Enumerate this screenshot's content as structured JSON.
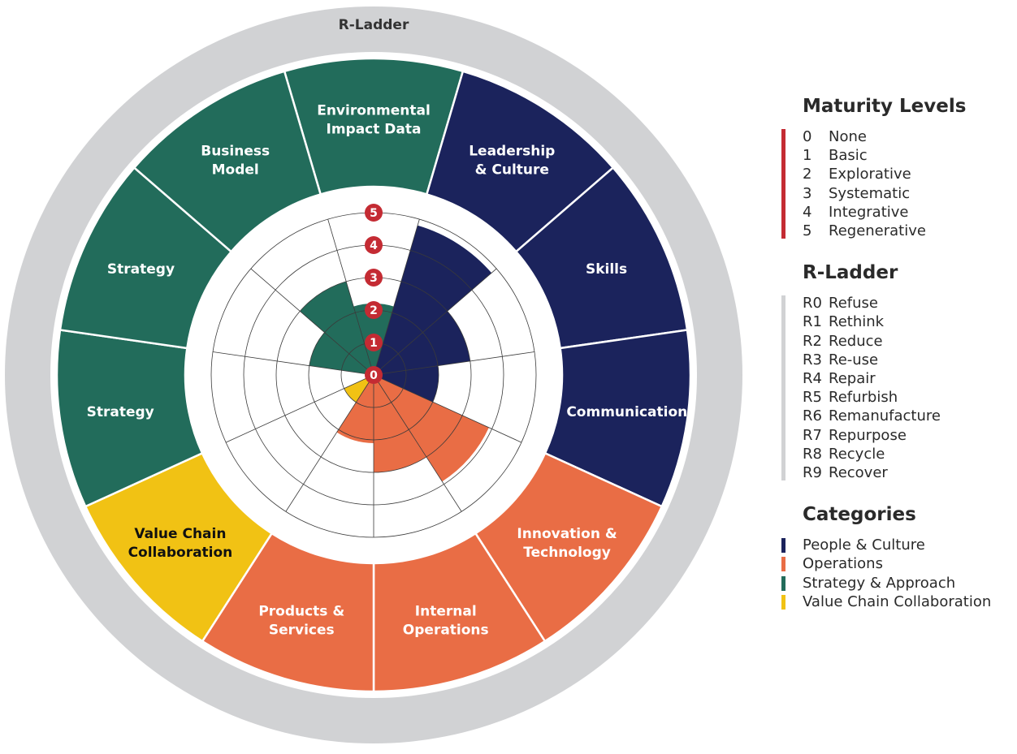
{
  "ring_title": "R-Ladder",
  "center_label": "0",
  "level_numbers": [
    "1",
    "2",
    "3",
    "4",
    "5"
  ],
  "sectors": [
    {
      "label": [
        "Environmental",
        "Impact Data"
      ],
      "category": "Strategy & Approach",
      "level": 2.2
    },
    {
      "label": [
        "Leadership",
        "& Culture"
      ],
      "category": "People & Culture",
      "level": 4.8
    },
    {
      "label": [
        "Skills"
      ],
      "category": "People & Culture",
      "level": 3.0
    },
    {
      "label": [
        "Communication"
      ],
      "category": "People & Culture",
      "level": 2.0
    },
    {
      "label": [
        "Innovation &",
        "Technology"
      ],
      "category": "Operations",
      "level": 3.9
    },
    {
      "label": [
        "Internal",
        "Operations"
      ],
      "category": "Operations",
      "level": 3.0
    },
    {
      "label": [
        "Products &",
        "Services"
      ],
      "category": "Operations",
      "level": 2.1
    },
    {
      "label": [
        "Value Chain",
        "Collaboration"
      ],
      "category": "Value Chain Collaboration",
      "level": 1.0
    },
    {
      "label": [
        "Strategy"
      ],
      "category": "Strategy & Approach",
      "level": 0.0
    },
    {
      "label": [
        "Strategy"
      ],
      "category": "Strategy & Approach",
      "level": 2.0
    },
    {
      "label": [
        "Business",
        "Model"
      ],
      "category": "Strategy & Approach",
      "level": 3.0
    }
  ],
  "colors": {
    "People & Culture": "#1b235c",
    "Operations": "#e96d45",
    "Strategy & Approach": "#226c5b",
    "Value Chain Collaboration": "#f1c214",
    "ring": "#d1d2d4",
    "maturity_bar": "#c42b33",
    "rladder_bar": "#d1d2d4",
    "level_badge": "#c42b33"
  },
  "legend": {
    "maturity_title": "Maturity Levels",
    "maturity_levels": [
      {
        "num": "0",
        "name": "None"
      },
      {
        "num": "1",
        "name": "Basic"
      },
      {
        "num": "2",
        "name": "Explorative"
      },
      {
        "num": "3",
        "name": "Systematic"
      },
      {
        "num": "4",
        "name": "Integrative"
      },
      {
        "num": "5",
        "name": "Regenerative"
      }
    ],
    "rladder_title": "R-Ladder",
    "rladder_items": [
      {
        "code": "R0",
        "name": "Refuse"
      },
      {
        "code": "R1",
        "name": "Rethink"
      },
      {
        "code": "R2",
        "name": "Reduce"
      },
      {
        "code": "R3",
        "name": "Re-use"
      },
      {
        "code": "R4",
        "name": "Repair"
      },
      {
        "code": "R5",
        "name": "Refurbish"
      },
      {
        "code": "R6",
        "name": "Remanufacture"
      },
      {
        "code": "R7",
        "name": "Repurpose"
      },
      {
        "code": "R8",
        "name": "Recycle"
      },
      {
        "code": "R9",
        "name": "Recover"
      }
    ],
    "categories_title": "Categories",
    "categories": [
      {
        "name": "People & Culture",
        "color": "#1b235c"
      },
      {
        "name": "Operations",
        "color": "#e96d45"
      },
      {
        "name": "Strategy & Approach",
        "color": "#226c5b"
      },
      {
        "name": "Value Chain Collaboration",
        "color": "#f1c214"
      }
    ]
  }
}
